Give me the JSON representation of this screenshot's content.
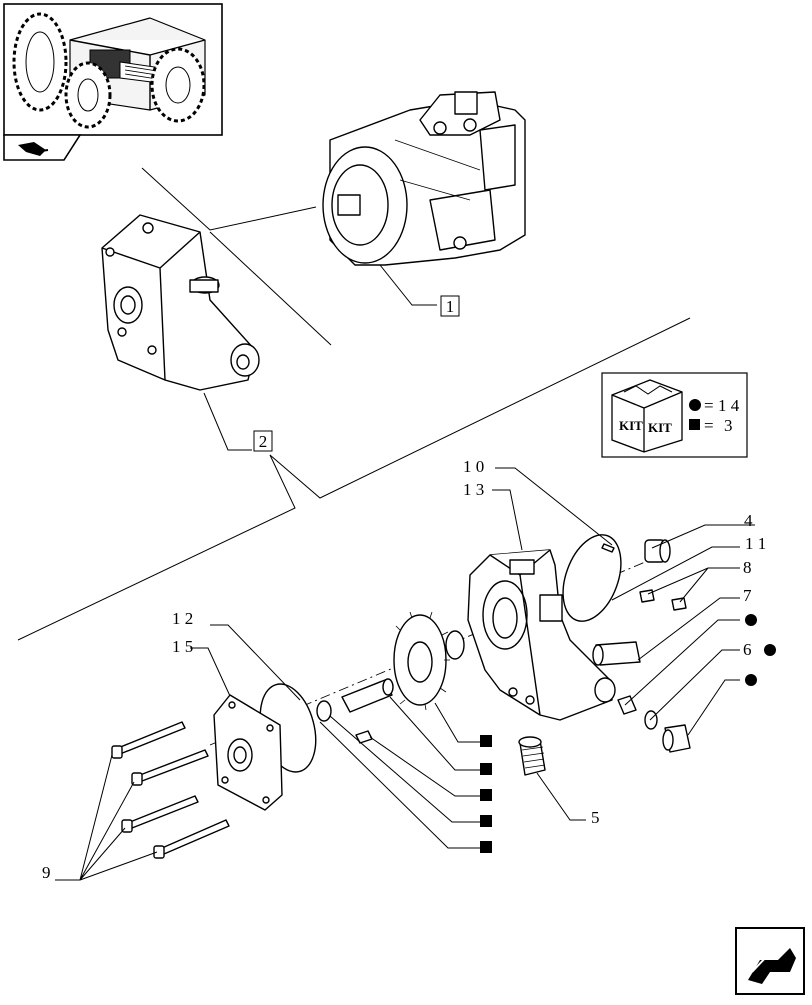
{
  "callouts": {
    "c1": "1",
    "c2": "2",
    "c4": "4",
    "c5": "5",
    "c6": "6",
    "c7": "7",
    "c8": "8",
    "c9": "9",
    "c10": "1 0",
    "c11": "1 1",
    "c12": "1 2",
    "c13": "1 3",
    "c15": "1 5"
  },
  "kit_legend": {
    "kit_text": "KIT",
    "circle_eq": "=",
    "circle_value": "1 4",
    "square_eq": "=",
    "square_value": "3"
  },
  "icons": {
    "thumbnail": "tractor-thumbnail-icon",
    "section": "hydraulic-section-icon",
    "nav": "next-page-arrow-icon"
  }
}
